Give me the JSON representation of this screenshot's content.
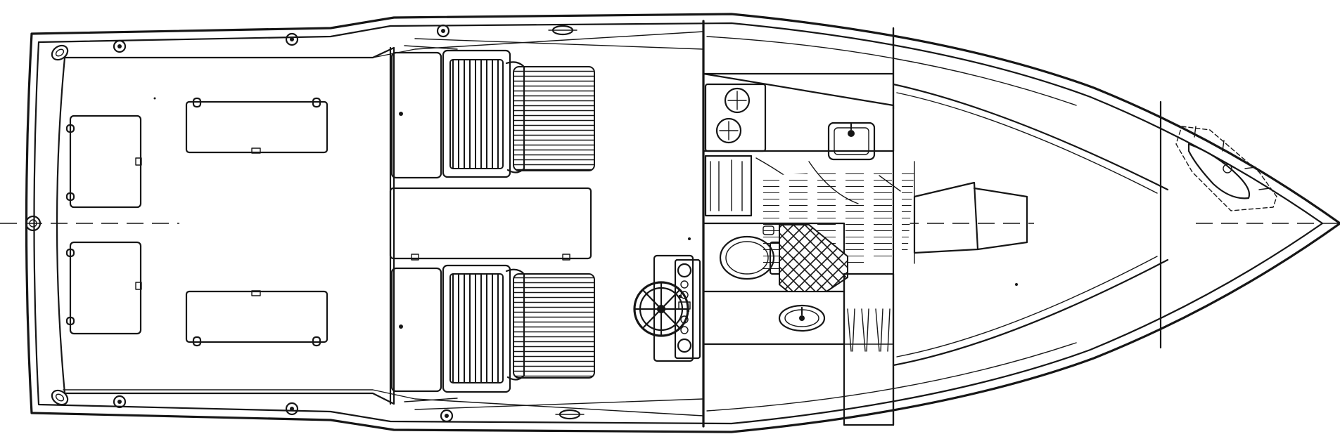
{
  "drawing": {
    "kind": "boat-deck-plan",
    "text": "",
    "line_color": "#161616",
    "background": "#ffffff",
    "features": [
      "cockpit-hatches",
      "helm-wheel",
      "helm-console",
      "bench-seats",
      "galley-stove",
      "galley-sink",
      "head-toilet",
      "head-sink",
      "v-berth-table",
      "anchor-locker",
      "centerline"
    ]
  }
}
